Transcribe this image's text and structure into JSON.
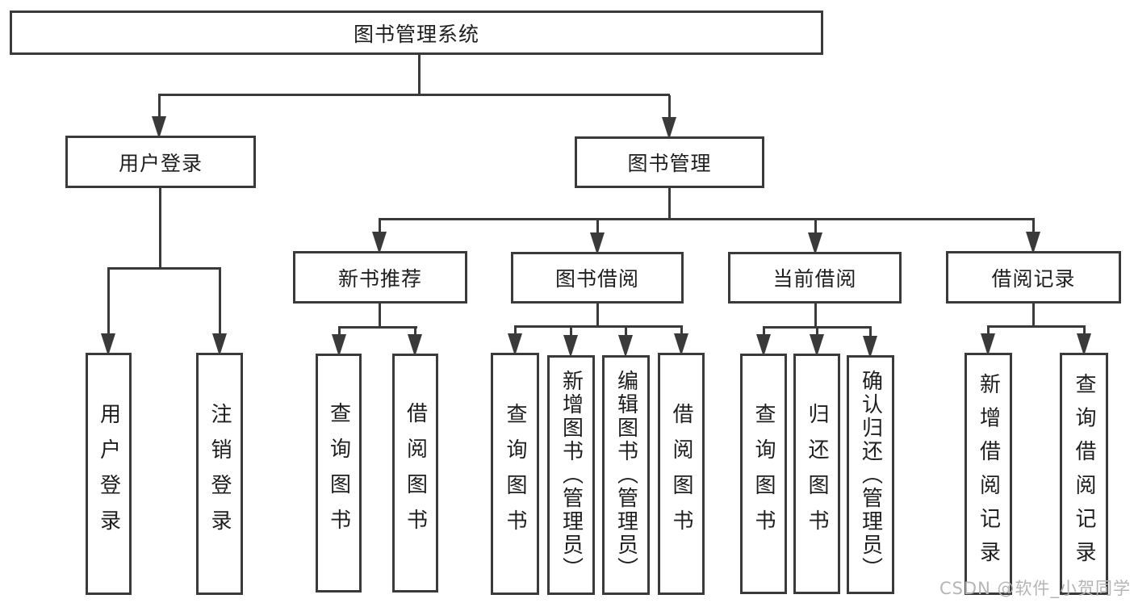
{
  "colors": {
    "line": "#3a3a3a",
    "text": "#1e1e1e",
    "box_background": "#ffffff",
    "watermark": "#b5b5b5"
  },
  "watermark": {
    "text": "CSDN @软件_小贺同学"
  },
  "tree": {
    "label": "图书管理系统",
    "children": [
      {
        "label": "用户登录",
        "children": [
          {
            "label": "用户登录"
          },
          {
            "label": "注销登录"
          }
        ]
      },
      {
        "label": "图书管理",
        "children": [
          {
            "label": "新书推荐",
            "children": [
              {
                "label": "查询图书"
              },
              {
                "label": "借阅图书"
              }
            ]
          },
          {
            "label": "图书借阅",
            "children": [
              {
                "label": "查询图书"
              },
              {
                "label": "新增图书（管理员）"
              },
              {
                "label": "编辑图书（管理员）"
              },
              {
                "label": "借阅图书"
              }
            ]
          },
          {
            "label": "当前借阅",
            "children": [
              {
                "label": "查询图书"
              },
              {
                "label": "归还图书"
              },
              {
                "label": "确认归还（管理员）"
              }
            ]
          },
          {
            "label": "借阅记录",
            "children": [
              {
                "label": "新增借阅记录"
              },
              {
                "label": "查询借阅记录"
              }
            ]
          }
        ]
      }
    ]
  }
}
